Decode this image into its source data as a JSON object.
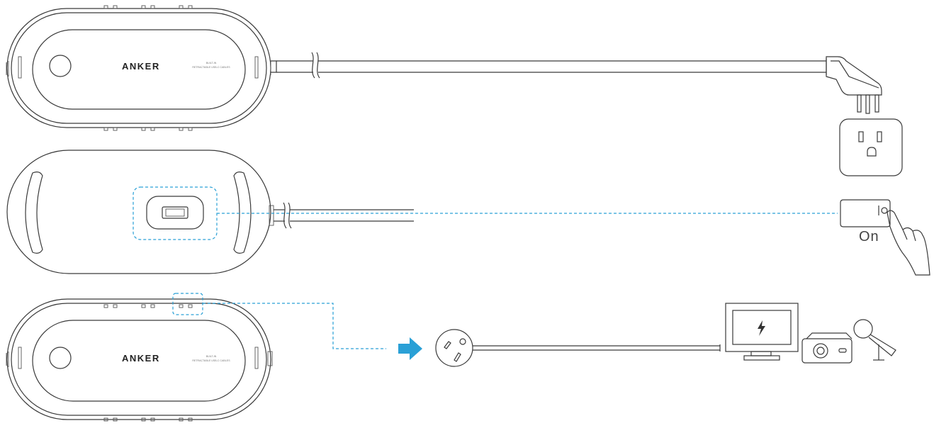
{
  "brand": "ANKER",
  "product_line1": "BUILT-IN",
  "product_line2": "RETRACTABLE USB-C CABLES",
  "switch_label": "On",
  "accent_color": "#2aa0d6",
  "icons": [
    "power-button-icon",
    "power-plug-icon",
    "wall-outlet-icon",
    "rocker-switch-icon",
    "finger-icon",
    "blue-arrow-icon",
    "round-plug-icon",
    "monitor-icon",
    "lightning-icon",
    "projector-icon",
    "microphone-icon"
  ]
}
